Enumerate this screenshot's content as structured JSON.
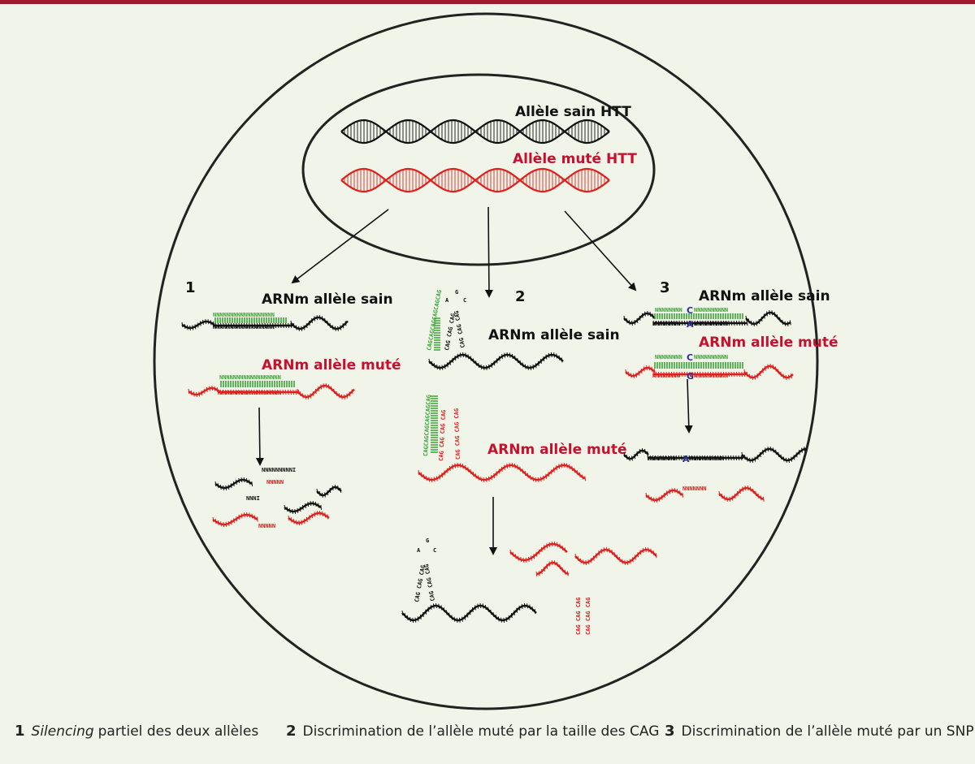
{
  "colors": {
    "bar": "#a01c2c",
    "background": "#f1f5e9",
    "healthy": "#111111",
    "mutant": "#e0201c",
    "label_mutant": "#c8102e",
    "sirna": "#3aa335",
    "snp": "#2a2f8f"
  },
  "nucleus": {
    "allele_sain": "Allèle sain HTT",
    "allele_mute": "Allèle muté HTT"
  },
  "panel1": {
    "number": "1",
    "label_sain": "ARNm allèle sain",
    "label_mute": "ARNm allèle muté",
    "sirna_seq": "NNNNNNNNNNNNNNNNNN",
    "target_seq": "NNNNNNNNNNNNNNNNNN",
    "frag_top": "NNNNNNNNNI",
    "frag_mid": "NNNNN",
    "frag_short": "NNNI",
    "frag_red": "NNNNN"
  },
  "panel2": {
    "number": "2",
    "label_sain": "ARNm allèle sain",
    "label_mute": "ARNm allèle muté",
    "oligo_short": "CAGCAGCAGCAGCAGCAG",
    "oligo_long": "CAGCAGCAGCAGCAGCAG",
    "cag": "CAG CAG CAG",
    "cag_long": "CAG CAG CAG CAG",
    "loop_a": "A",
    "loop_g": "G",
    "loop_c": "C"
  },
  "panel3": {
    "number": "3",
    "label_sain": "ARNm allèle sain",
    "label_mute": "ARNm allèle muté",
    "seq_left": "NNNNNNNN",
    "seq_right": "NNNNNNNNNN",
    "snp_c": "C",
    "snp_a": "A",
    "snp_g": "G",
    "frag": "NNNNNNN"
  },
  "legend": [
    {
      "num": "1",
      "em": "Silencing",
      "text": "partiel des deux allèles"
    },
    {
      "num": "2",
      "em": "",
      "text": "Discrimination de l’allèle muté par la taille des CAG"
    },
    {
      "num": "3",
      "em": "",
      "text": "Discrimination de l’allèle muté par un SNP"
    }
  ]
}
